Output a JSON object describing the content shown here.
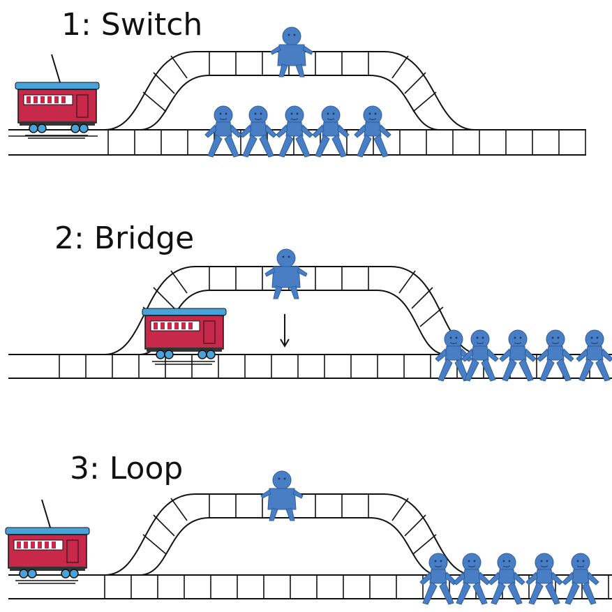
{
  "panels": [
    {
      "title": "1: Switch"
    },
    {
      "title": "2: Bridge"
    },
    {
      "title": "3: Loop"
    }
  ],
  "colors": {
    "person": "#4a7ec4",
    "person_outline": "#2c5f9e",
    "trolley_body": "#c8284a",
    "trolley_roof": "#4aa3d8",
    "track": "#111111"
  }
}
